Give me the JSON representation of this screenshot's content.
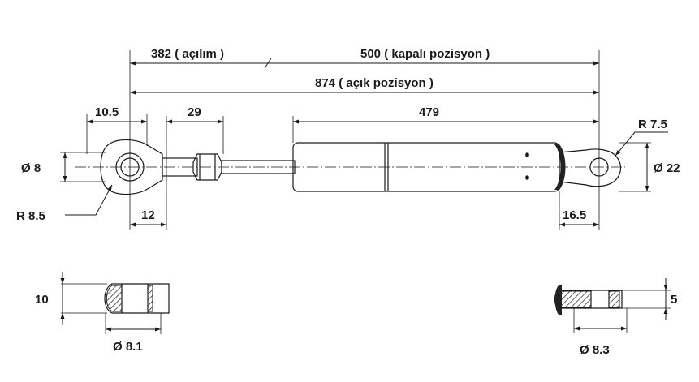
{
  "dimensions": {
    "stroke_open": "382 ( açılım )",
    "closed_length": "500 ( kapalı pozisyon )",
    "open_length": "874 ( açık pozisyon )",
    "eye_offset_left": "10.5",
    "nut_width": "29",
    "cylinder_length": "479",
    "radius_right": "R 7.5",
    "diameter_left": "Ø 8",
    "diameter_cylinder": "Ø 22",
    "radius_left": "R 8.5",
    "eye_to_nut": "12",
    "eye_right_length": "16.5",
    "left_eye_thickness": "10",
    "left_eye_hole": "Ø 8.1",
    "right_eye_thickness": "5",
    "right_eye_hole": "Ø 8.3"
  }
}
